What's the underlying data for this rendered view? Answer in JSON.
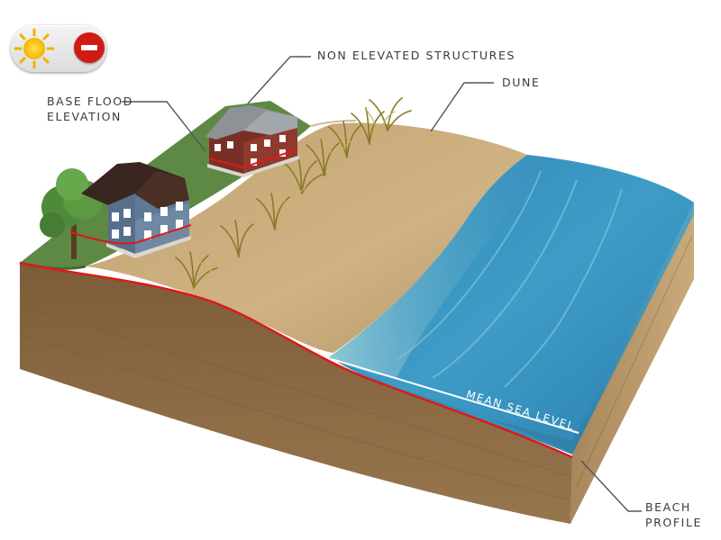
{
  "labels": {
    "non_elevated": "NON ELEVATED STRUCTURES",
    "dune": "DUNE",
    "base_flood_line1": "BASE FLOOD",
    "base_flood_line2": "ELEVATION",
    "mean_sea_level": "MEAN SEA LEVEL",
    "beach_profile_line1": "BEACH",
    "beach_profile_line2": "PROFILE"
  },
  "toggle": {
    "state_icon": "sun-icon",
    "action_icon": "no-entry-icon"
  },
  "colors": {
    "flood_line": "#e01818",
    "soil": "#8a6a45",
    "sand": "#c9a877",
    "grass": "#5f8a45",
    "water": "#3a94bf",
    "leader": "#555555"
  }
}
